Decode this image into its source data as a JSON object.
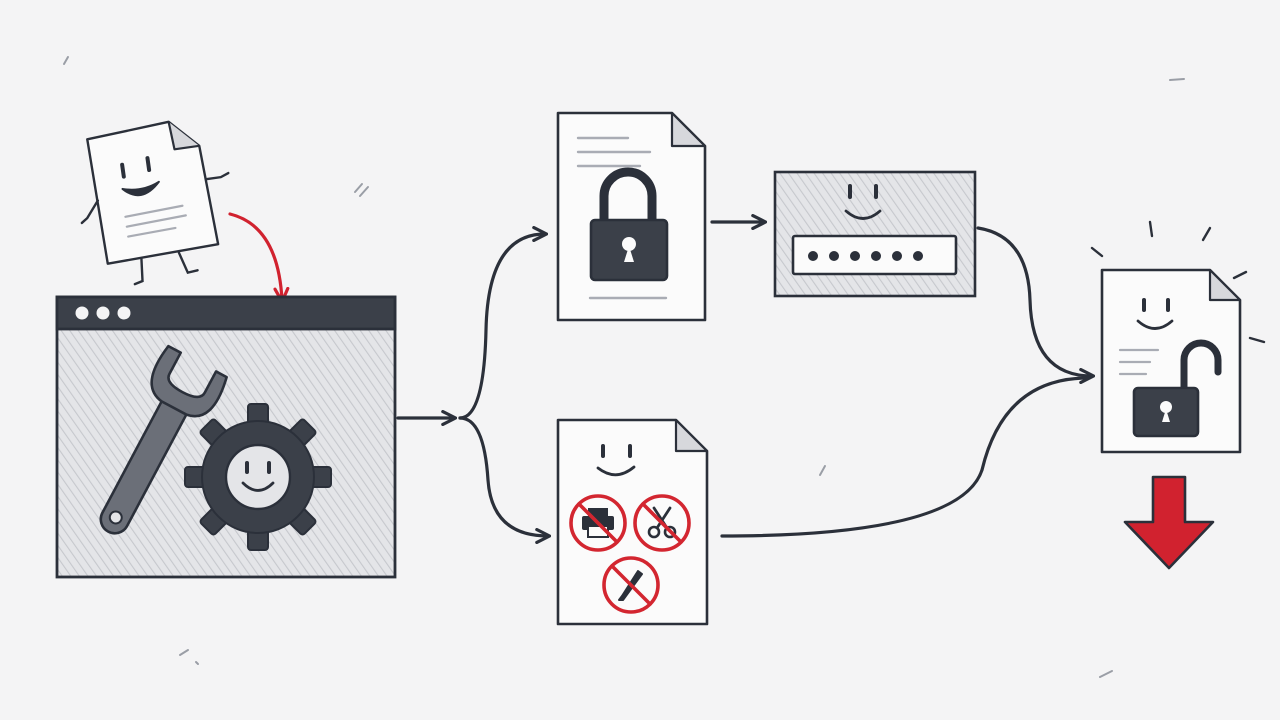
{
  "colors": {
    "background": "#f4f4f5",
    "ink": "#2b303a",
    "dark_fill": "#3b4049",
    "paper": "#fbfbfb",
    "sketch_gray": "#d7d8dc",
    "text_line": "#a9acb4",
    "accent_red": "#d1222f",
    "no_sign_red": "#d32630"
  },
  "nodes": [
    {
      "id": "happy-document",
      "icons": [
        "smiley-face-icon",
        "arms-icon",
        "legs-icon"
      ]
    },
    {
      "id": "unlock-tool-window",
      "icons": [
        "window-dots-icon",
        "wrench-icon",
        "smiling-gear-icon"
      ]
    },
    {
      "id": "locked-document",
      "icons": [
        "padlock-closed-icon"
      ]
    },
    {
      "id": "password-box",
      "icons": [
        "smiley-face-icon",
        "password-dots-icon"
      ]
    },
    {
      "id": "restricted-document",
      "icons": [
        "no-print-icon",
        "no-cut-icon",
        "no-edit-icon"
      ]
    },
    {
      "id": "unlocked-document",
      "icons": [
        "padlock-open-icon",
        "shine-lines-icon"
      ]
    },
    {
      "id": "download-arrow",
      "icons": [
        "download-arrow-icon"
      ]
    }
  ],
  "edges": [
    {
      "from": "happy-document",
      "to": "unlock-tool-window",
      "style": "red-curved"
    },
    {
      "from": "unlock-tool-window",
      "to": "locked-document"
    },
    {
      "from": "unlock-tool-window",
      "to": "restricted-document"
    },
    {
      "from": "locked-document",
      "to": "password-box"
    },
    {
      "from": "password-box",
      "to": "unlocked-document"
    },
    {
      "from": "restricted-document",
      "to": "unlocked-document"
    }
  ]
}
